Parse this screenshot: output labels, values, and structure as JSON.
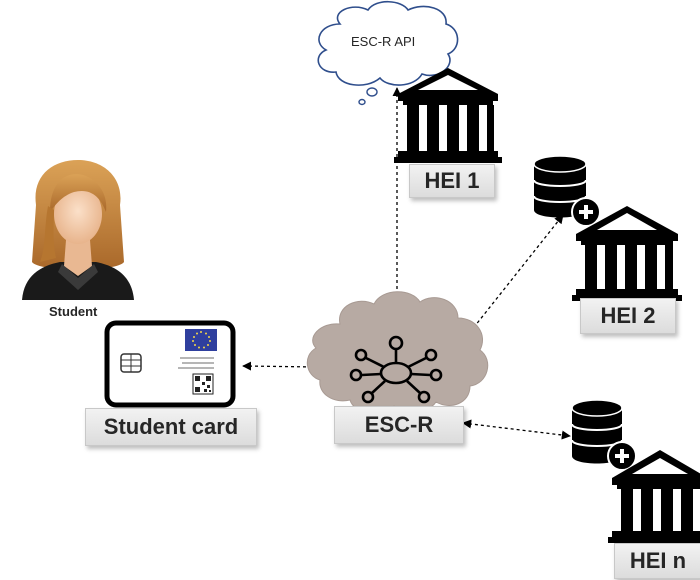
{
  "diagram": {
    "api_label": "ESC-R API",
    "student_label": "Student",
    "student_card_label": "Student card",
    "escr_label": "ESC-R",
    "hei1_label": "HEI 1",
    "hei2_label": "HEI 2",
    "hein_label": "HEI n"
  },
  "colors": {
    "hub_cloud": "#b7aaa3",
    "label_bg": "#e8e8e8",
    "eu_flag": "#2f3f9e",
    "icon": "#000000",
    "skin": "#f2c9a6",
    "hair": "#c98a38"
  },
  "icons": [
    "speech-cloud-icon",
    "bank-building-icon",
    "database-plus-icon",
    "student-avatar-icon",
    "id-card-icon",
    "network-hub-icon"
  ]
}
